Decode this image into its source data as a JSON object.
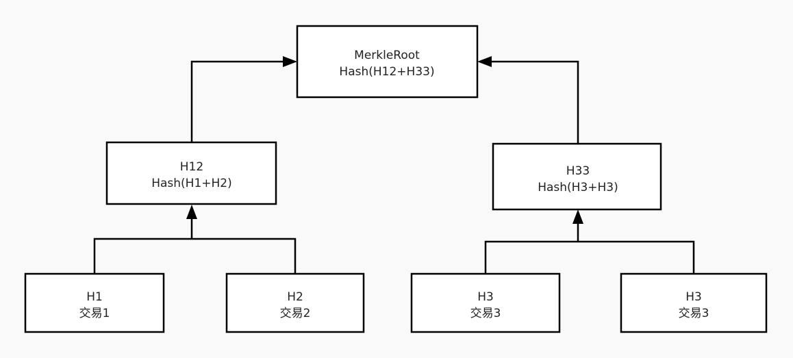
{
  "nodes": {
    "root": {
      "line1": "MerkleRoot",
      "line2": "Hash(H12+H33)"
    },
    "h12": {
      "line1": "H12",
      "line2": "Hash(H1+H2)"
    },
    "h33": {
      "line1": "H33",
      "line2": "Hash(H3+H3)"
    },
    "leaf1": {
      "line1": "H1",
      "line2": "交易1"
    },
    "leaf2": {
      "line1": "H2",
      "line2": "交易2"
    },
    "leaf3": {
      "line1": "H3",
      "line2": "交易3"
    },
    "leaf4": {
      "line1": "H3",
      "line2": "交易3"
    }
  }
}
